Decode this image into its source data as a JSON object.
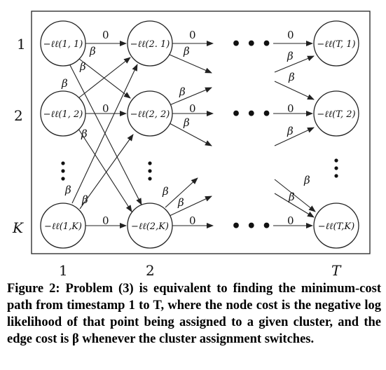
{
  "row_labels": [
    "1",
    "2",
    "K"
  ],
  "col_labels": [
    "1",
    "2",
    "T"
  ],
  "nodes": {
    "n11": "−ℓℓ(1, 1)",
    "n21": "−ℓℓ(2. 1)",
    "nT1": "−ℓℓ(T, 1)",
    "n12": "−ℓℓ(1, 2)",
    "n22": "−ℓℓ(2, 2)",
    "nT2": "−ℓℓ(T, 2)",
    "n1K": "−ℓℓ(1,K)",
    "n2K": "−ℓℓ(2,K)",
    "nTK": "−ℓℓ(T,K)"
  },
  "edge_zero": "0",
  "edge_beta": "β",
  "dots": "• • •",
  "caption": {
    "label": "Figure 2:",
    "text": "Problem (3) is equivalent to finding the minimum-cost path from timestamp 1 to T, where the node cost is the negative log likelihood of that point being assigned to a given cluster, and the edge cost is β whenever the cluster assignment switches."
  }
}
